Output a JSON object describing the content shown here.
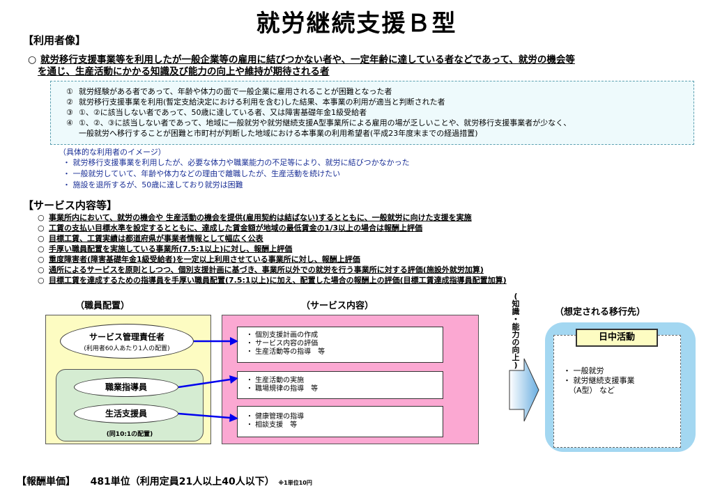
{
  "title": "就労継続支援Ｂ型",
  "users": {
    "heading": "【利用者像】",
    "lead_mark": "○",
    "lead_line1": "就労移行支援事業等を利用したが一般企業等の雇用に結びつかない者や、一定年齢に達している者などであって、就労の機会等",
    "lead_line2": "を通じ、生産活動にかかる知識及び能力の向上や維持が期待される者",
    "criteria": [
      {
        "num": "①",
        "text": "就労経験がある者であって、年齢や体力の面で一般企業に雇用されることが困難となった者"
      },
      {
        "num": "②",
        "text": "就労移行支援事業を利用(暫定支給決定における利用を含む)した結果、本事業の利用が適当と判断された者"
      },
      {
        "num": "③",
        "text": "①、②に該当しない者であって、50歳に達している者、又は障害基礎年金1級受給者"
      },
      {
        "num": "④",
        "text": "①、②、③に該当しない者であって、地域に一般就労や就労継続支援A型事業所による雇用の場が乏しいことや、就労移行支援事業者が少なく、"
      }
    ],
    "criteria_cont": "一般就労へ移行することが困難と市町村が判断した地域における本事業の利用希望者(平成23年度末までの経過措置)",
    "image_heading": "（具体的な利用者のイメージ）",
    "image_items": [
      "・ 就労移行支援事業を利用したが、必要な体力や職業能力の不足等により、就労に結びつかなかった",
      "・ 一般就労していて、年齢や体力などの理由で離職したが、生産活動を続けたい",
      "・ 施設を退所するが、50歳に達しており就労は困難"
    ]
  },
  "services": {
    "heading": "【サービス内容等】",
    "mark": "○",
    "items": [
      "事業所内において、就労の機会や 生産活動の機会を提供(雇用契約は結ばない)するとともに、一般就労に向けた支援を実施",
      "工賃の支払い目標水準を設定するとともに、達成した賃金額が地域の最低賃金の1/3以上の場合は報酬上評価",
      "目標工賃、工賃実績は都道府県が事業者情報として幅広く公表",
      "手厚い職員配置を実施している事業所(7.5:1以上)に対し、報酬上評価",
      "重度障害者(障害基礎年金1級受給者)を一定以上利用させている事業所に対し、報酬上評価",
      "通所によるサービスを原則としつつ、個別支援計画に基づき、事業所以外での就労を行う事業所に対する評価(施設外就労加算)",
      "目標工賃を達成するための指導員を手厚い職員配置(7.5:1以上)に加え、配置した場合の報酬上の評価(目標工賃達成指導員配置加算)"
    ]
  },
  "diagram": {
    "staff_label": "（職員配置）",
    "service_label": "（サービス内容）",
    "dest_label": "（想定される移行先）",
    "manager": "サービス管理責任者",
    "manager_note": "(利用者60人あたり1人の配置)",
    "instructor": "職業指導員",
    "support": "生活支援員",
    "ratio_note": "(同10:1の配置)",
    "service_boxes": [
      [
        "・ 個別支援計画の作成",
        "・ サービス内容の評価",
        "・ 生産活動等の指導　等"
      ],
      [
        "・ 生産活動の実施",
        "・ 職場規律の指導　等"
      ],
      [
        "・ 健康管理の指導",
        "・ 相談支援　等"
      ]
    ],
    "vertical_text": [
      "(",
      "知",
      "識",
      "・",
      "能",
      "力",
      "の",
      "向",
      "上",
      ")"
    ],
    "day_activity": "日中活動",
    "dest_items": [
      "・ 一般就労",
      "・ 就労継続支援事業",
      "（A型）  など"
    ]
  },
  "fee": {
    "heading": "【報酬単価】",
    "value": "481単位（利用定員21人以上40人以下）",
    "note": "※1単位10円"
  },
  "colors": {
    "yellow_panel": "#fdfcc2",
    "pink_panel": "#fba8d2",
    "green_panel": "#d5ecd2",
    "dest_panel": "#a3d7f1",
    "arrow_blue": "#0000ee",
    "image_text": "#1a2f96"
  }
}
